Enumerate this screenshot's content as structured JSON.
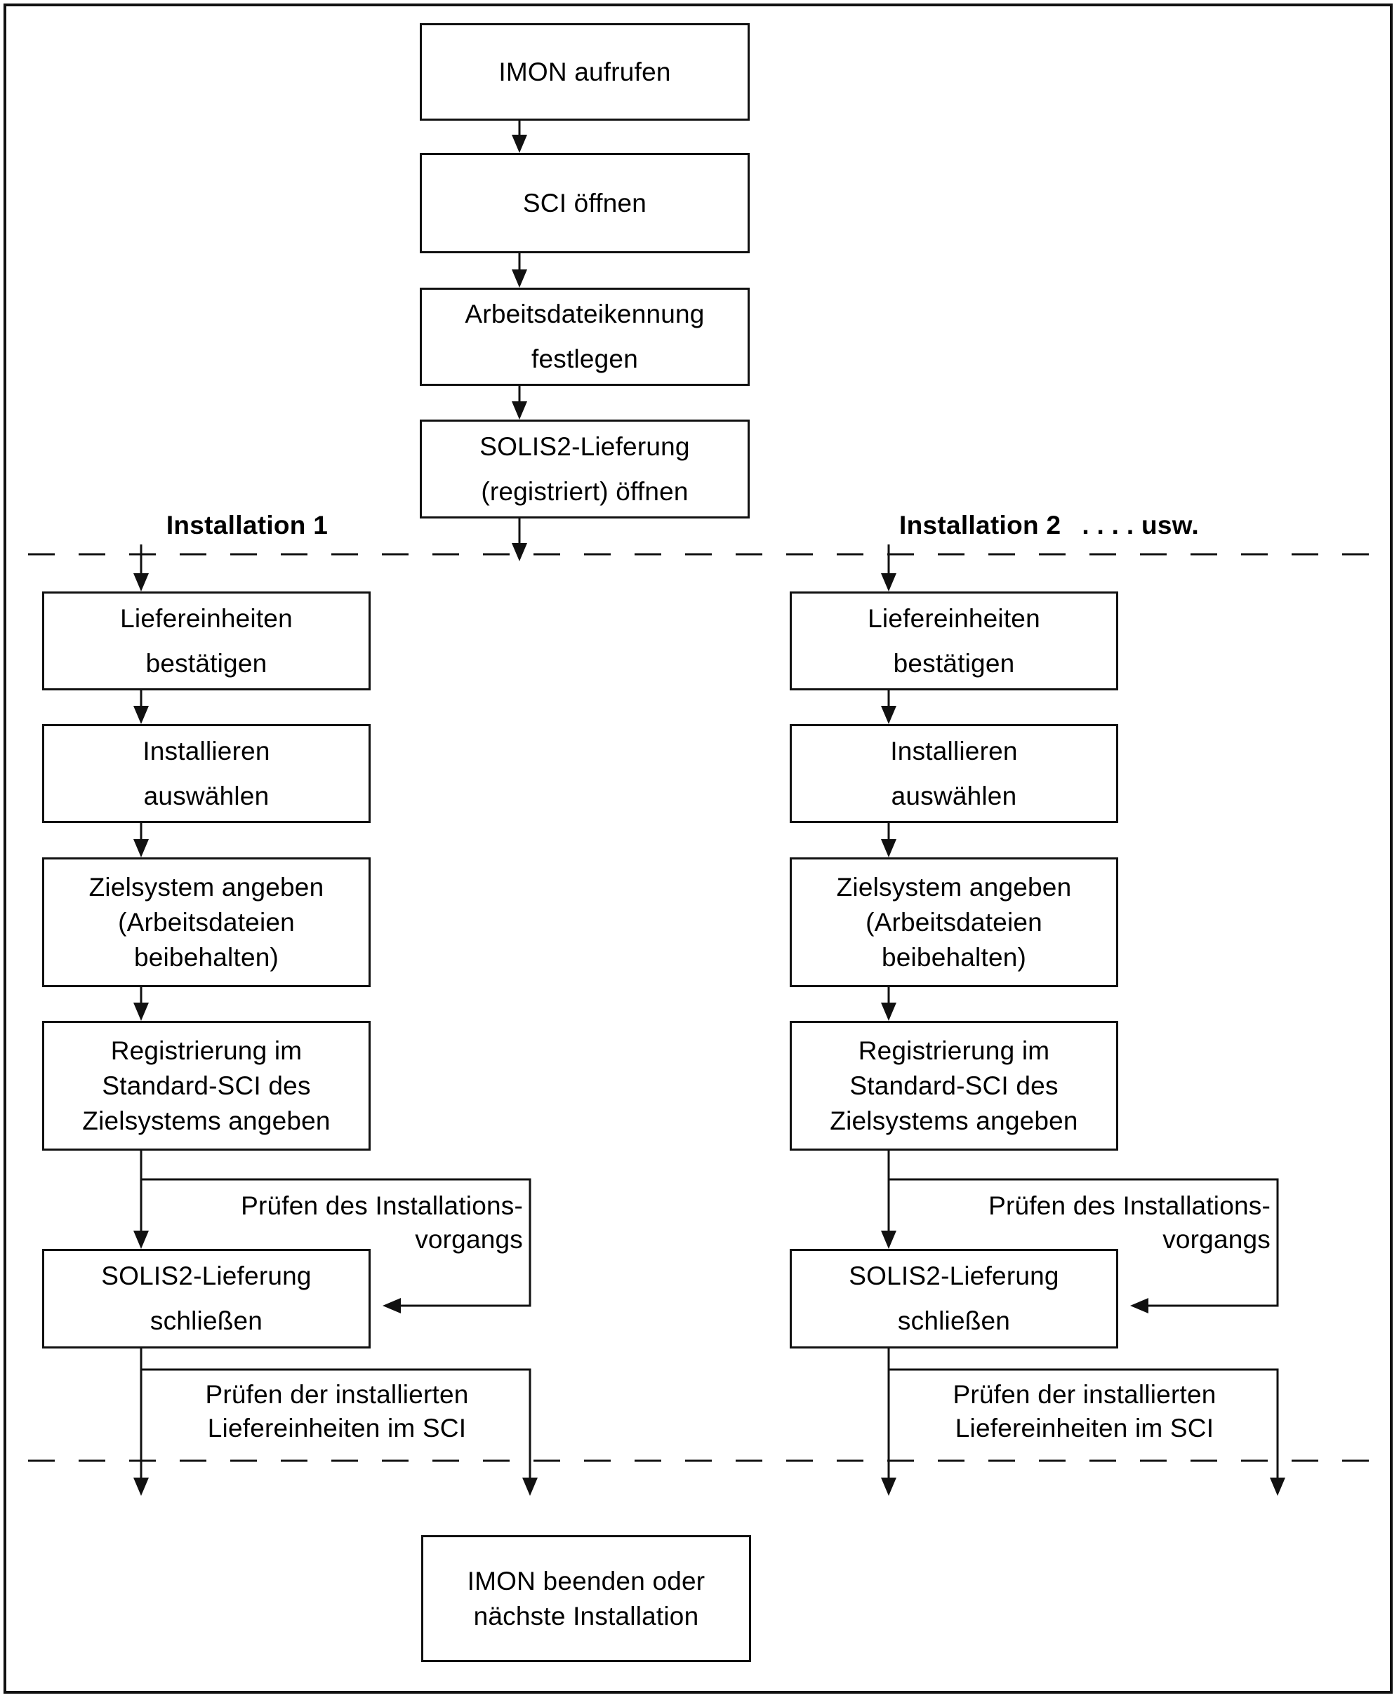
{
  "diagram": {
    "top_chain": {
      "box1": {
        "line1": "IMON aufrufen"
      },
      "box2": {
        "line1": "SCI öffnen"
      },
      "box3": {
        "line1": "Arbeitsdateikennung",
        "line2": "festlegen"
      },
      "box4": {
        "line1": "SOLIS2-Lieferung",
        "line2": "(registriert) öffnen"
      }
    },
    "branch_labels": {
      "left": "Installation 1",
      "right": "Installation 2",
      "right_etc": ". . . . usw."
    },
    "columns": [
      {
        "id": "installation-1",
        "box_confirm": {
          "line1": "Liefereinheiten",
          "line2": "bestätigen"
        },
        "box_select": {
          "line1": "Installieren",
          "line2": "auswählen"
        },
        "box_target": {
          "line1": "Zielsystem angeben",
          "line2": "(Arbeitsdateien",
          "line3": "beibehalten)"
        },
        "box_register": {
          "line1": "Registrierung im",
          "line2": "Standard-SCI des",
          "line3": "Zielsystems angeben"
        },
        "box_close": {
          "line1": "SOLIS2-Lieferung",
          "line2": "schließen"
        },
        "note_check_process": {
          "line1": "Prüfen des Installations-",
          "line2": "vorgangs"
        },
        "note_check_units": {
          "line1": "Prüfen der installierten",
          "line2": "Liefereinheiten im SCI"
        }
      },
      {
        "id": "installation-2",
        "box_confirm": {
          "line1": "Liefereinheiten",
          "line2": "bestätigen"
        },
        "box_select": {
          "line1": "Installieren",
          "line2": "auswählen"
        },
        "box_target": {
          "line1": "Zielsystem angeben",
          "line2": "(Arbeitsdateien",
          "line3": "beibehalten)"
        },
        "box_register": {
          "line1": "Registrierung im",
          "line2": "Standard-SCI des",
          "line3": "Zielsystems angeben"
        },
        "box_close": {
          "line1": "SOLIS2-Lieferung",
          "line2": "schließen"
        },
        "note_check_process": {
          "line1": "Prüfen des Installations-",
          "line2": "vorgangs"
        },
        "note_check_units": {
          "line1": "Prüfen der installierten",
          "line2": "Liefereinheiten im SCI"
        }
      }
    ],
    "bottom_box": {
      "line1": "IMON beenden oder",
      "line2": "nächste Installation"
    },
    "colors": {
      "line": "#111111",
      "background": "#ffffff",
      "text": "#000000"
    }
  }
}
